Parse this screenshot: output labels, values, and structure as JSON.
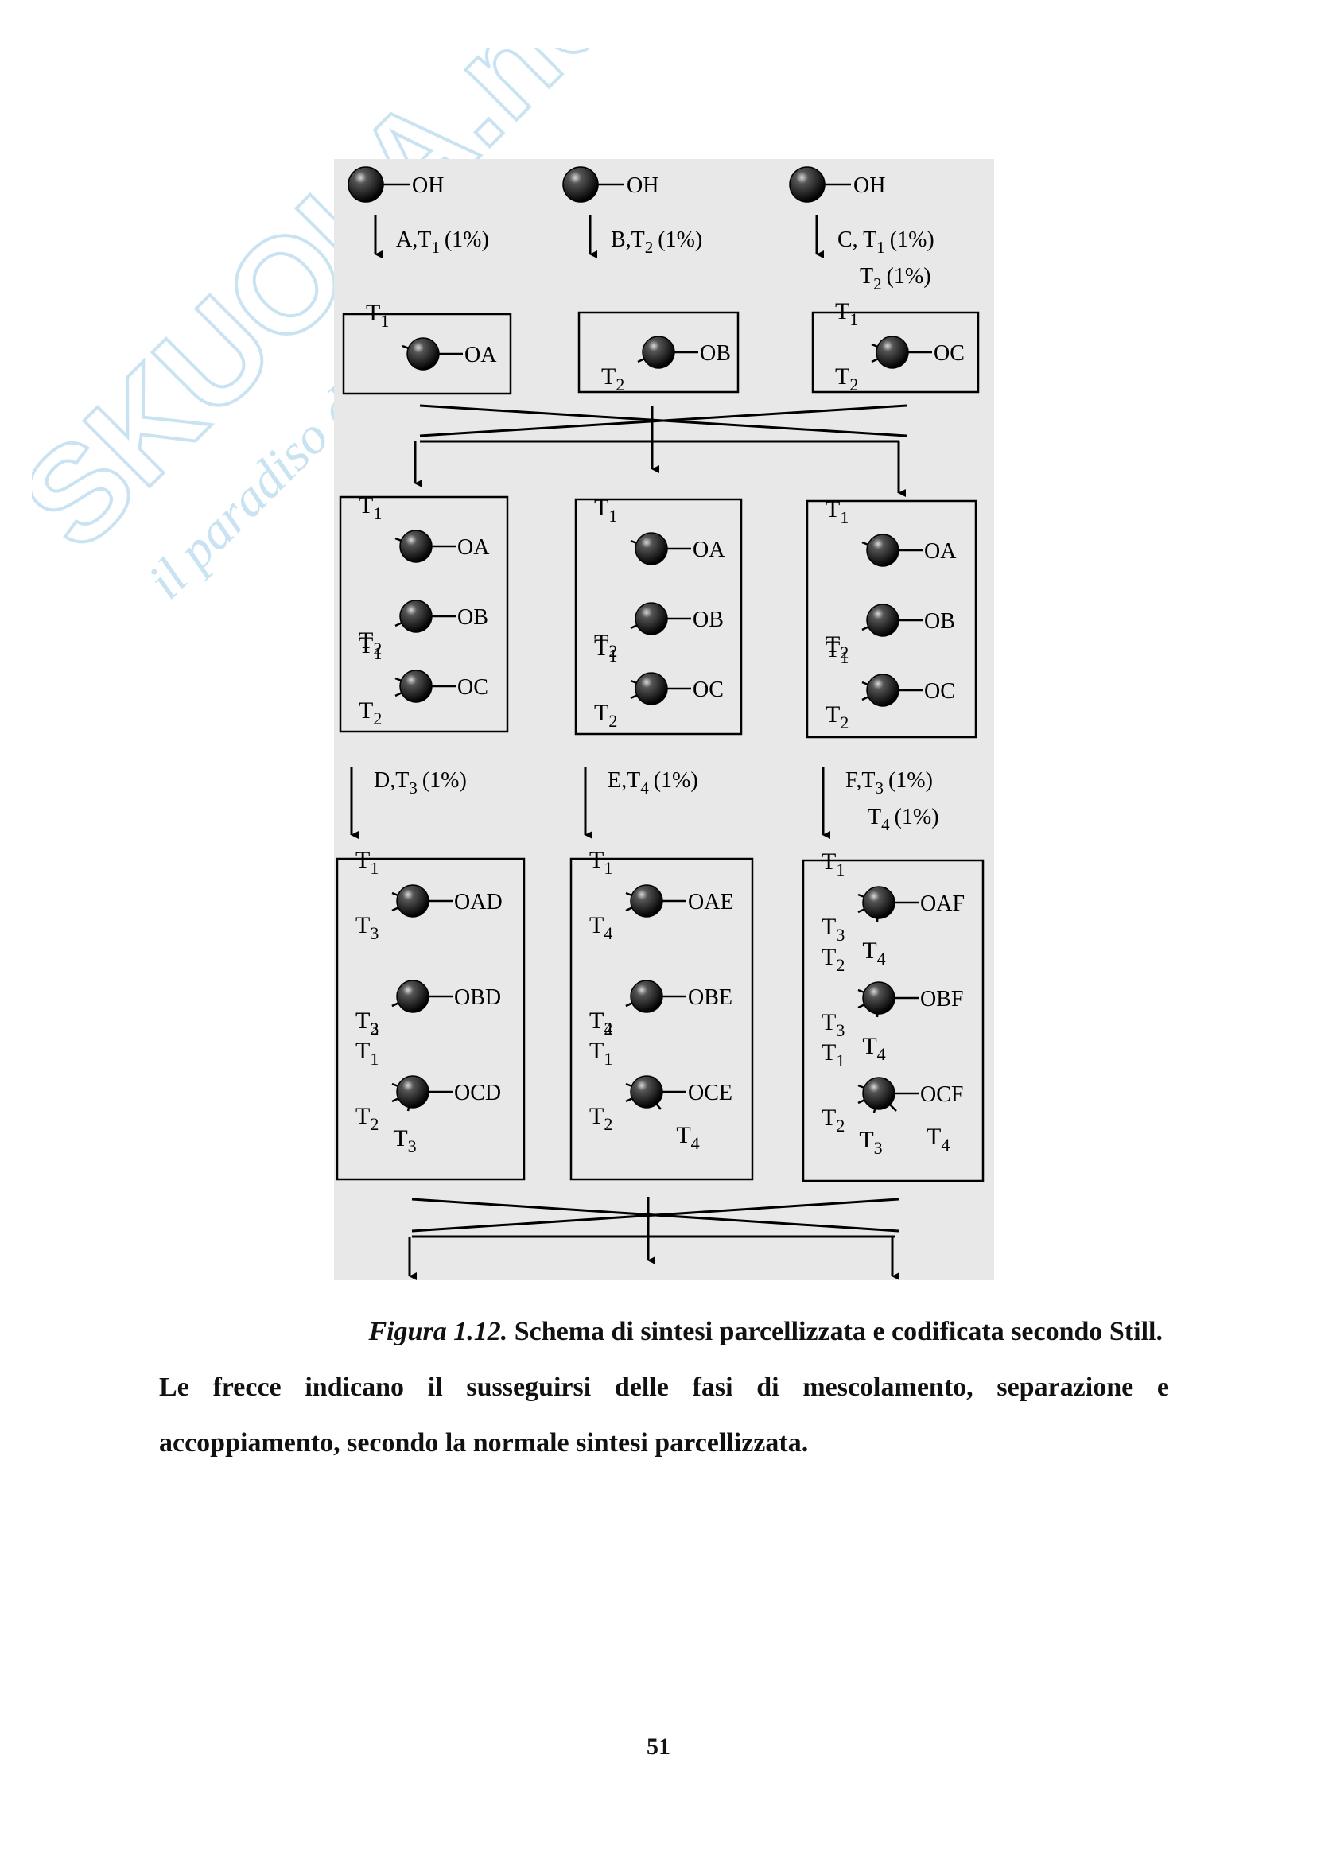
{
  "watermark": {
    "brand": "SKUOLA.net",
    "slogan": "il paradiso dello studente",
    "color": "#c9e3f2"
  },
  "figure": {
    "panel_color": "#e8e8e8",
    "start": [
      {
        "group": "OH",
        "reagent": "A,T",
        "reagent_sub": "1",
        "pct": "(1%)",
        "reagent2": "",
        "reagent2_sub": "",
        "pct2": ""
      },
      {
        "group": "OH",
        "reagent": "B,T",
        "reagent_sub": "2",
        "pct": "(1%)",
        "reagent2": "",
        "reagent2_sub": "",
        "pct2": ""
      },
      {
        "group": "OH",
        "reagent": "C, T",
        "reagent_sub": "1",
        "pct": "(1%)",
        "reagent2": "T",
        "reagent2_sub": "2",
        "pct2": "(1%)"
      }
    ],
    "stage1": [
      {
        "tags": [
          "T1"
        ],
        "group": "OA"
      },
      {
        "tags": [
          "T2"
        ],
        "group": "OB"
      },
      {
        "tags": [
          "T1",
          "T2"
        ],
        "group": "OC"
      }
    ],
    "stage2": [
      [
        {
          "tags": [
            "T1"
          ],
          "group": "OA"
        },
        {
          "tags": [
            "T2"
          ],
          "group": "OB"
        },
        {
          "tags": [
            "T1",
            "T2"
          ],
          "group": "OC"
        }
      ],
      [
        {
          "tags": [
            "T1"
          ],
          "group": "OA"
        },
        {
          "tags": [
            "T2"
          ],
          "group": "OB"
        },
        {
          "tags": [
            "T1",
            "T2"
          ],
          "group": "OC"
        }
      ],
      [
        {
          "tags": [
            "T1"
          ],
          "group": "OA"
        },
        {
          "tags": [
            "T2"
          ],
          "group": "OB"
        },
        {
          "tags": [
            "T1",
            "T2"
          ],
          "group": "OC"
        }
      ]
    ],
    "step2": [
      {
        "reagent": "D,T",
        "reagent_sub": "3",
        "pct": "(1%)",
        "reagent2": "",
        "reagent2_sub": "",
        "pct2": ""
      },
      {
        "reagent": "E,T",
        "reagent_sub": "4",
        "pct": "(1%)",
        "reagent2": "",
        "reagent2_sub": "",
        "pct2": ""
      },
      {
        "reagent": "F,T",
        "reagent_sub": "3",
        "pct": "(1%)",
        "reagent2": "T",
        "reagent2_sub": "4",
        "pct2": "(1%)"
      }
    ],
    "stage3": [
      [
        {
          "tags": [
            "T1",
            "T3"
          ],
          "group": "OAD"
        },
        {
          "tags": [
            "T2",
            "T3"
          ],
          "group": "OBD"
        },
        {
          "tags": [
            "T1",
            "T2",
            "T3"
          ],
          "group": "OCD"
        }
      ],
      [
        {
          "tags": [
            "T1",
            "T4"
          ],
          "group": "OAE"
        },
        {
          "tags": [
            "T2",
            "T4"
          ],
          "group": "OBE"
        },
        {
          "tags": [
            "T1",
            "T2",
            "T4"
          ],
          "group": "OCE"
        }
      ],
      [
        {
          "tags": [
            "T1",
            "T3",
            "T4"
          ],
          "group": "OAF"
        },
        {
          "tags": [
            "T2",
            "T3",
            "T4"
          ],
          "group": "OBF"
        },
        {
          "tags": [
            "T1",
            "T2",
            "T3",
            "T4"
          ],
          "group": "OCF"
        }
      ]
    ]
  },
  "caption": {
    "label": "Figura 1.12.",
    "line1": "Schema di sintesi parcellizzata e codificata secondo Still.",
    "line2": "Le frecce indicano il susseguirsi delle fasi di mescolamento, separazione e",
    "line3": "accoppiamento, secondo la normale sintesi parcellizzata."
  },
  "page_number": "51"
}
